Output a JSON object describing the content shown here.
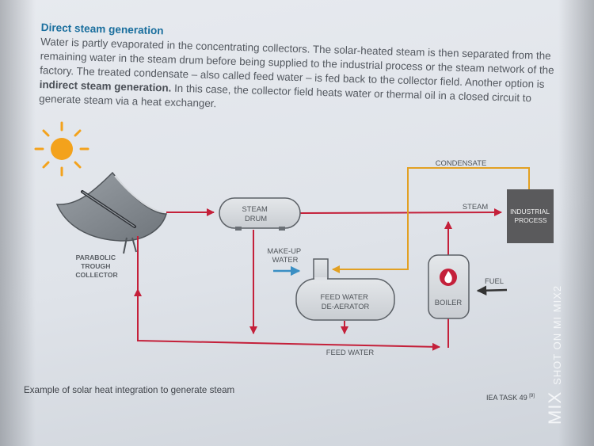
{
  "intro": {
    "heading": "Direct steam generation",
    "text_1": "Water is partly evaporated in the concentrating collectors. The solar-heated steam is then separated from the remaining water in the steam drum before being supplied to the industrial process or the steam network of the factory. The treated condensate – also called feed water – is fed back to the collector field. Another option is ",
    "bold": "indirect steam generation.",
    "text_2": " In this case, the collector field heats water or thermal oil in a closed circuit to generate steam via a heat exchanger."
  },
  "diagram": {
    "collector_label": [
      "PARABOLIC",
      "TROUGH",
      "COLLECTOR"
    ],
    "steam_drum_label": [
      "STEAM",
      "DRUM"
    ],
    "condensate_label": "CONDENSATE",
    "steam_label": "STEAM",
    "process_label": [
      "INDUSTRIAL",
      "PROCESS"
    ],
    "makeup_label": [
      "MAKE-UP",
      "WATER"
    ],
    "deaerator_label": [
      "FEED WATER",
      "DE-AERATOR"
    ],
    "boiler_label": "BOILER",
    "fuel_label": "FUEL",
    "feed_water_label": "FEED WATER"
  },
  "caption": "Example of solar heat integration to generate steam",
  "source": {
    "text": "IEA TASK 49",
    "ref": "[9]"
  },
  "watermark": {
    "mix": "MIX",
    "text": "SHOT ON MI MIX2"
  },
  "colors": {
    "pipe": "#c4203a",
    "condensate": "#e2a022",
    "makeup": "#3a8fc4",
    "fuel": "#333333",
    "sun": "#f3a21c",
    "box": "#5a5a5c"
  }
}
